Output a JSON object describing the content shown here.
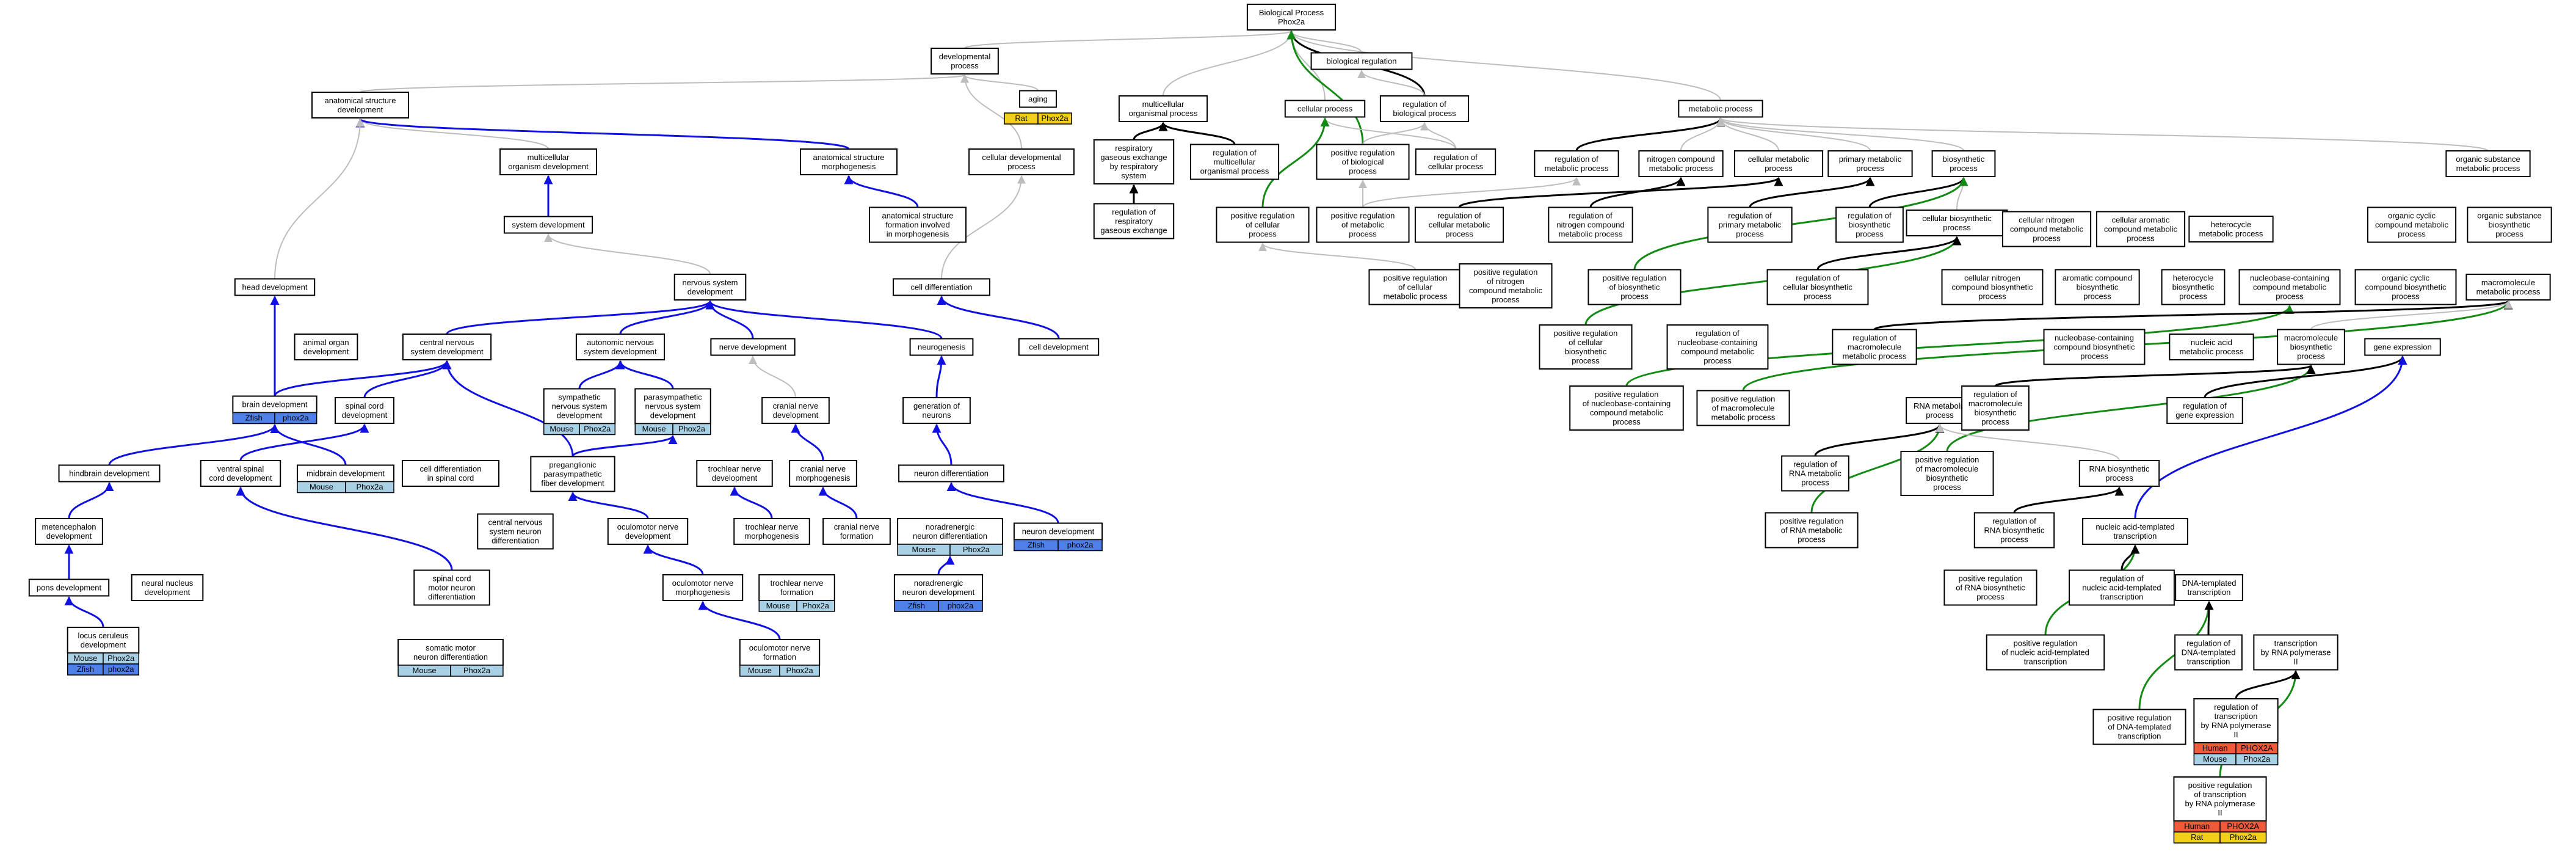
{
  "colors": {
    "background": "#ffffff",
    "is_a": "#bdbdbd",
    "part_of": "#000000",
    "regulates": "#1010e0",
    "positively_regulates": "#138a13",
    "species": {
      "Mouse": "#a9d1e6",
      "Zfish": "#4f7fe8",
      "Rat": "#f2cf1a",
      "Human": "#ee5a3a"
    }
  },
  "nodes": [
    {
      "id": "bp",
      "label": "Biological Process\nPhox2a"
    },
    {
      "id": "dev_proc",
      "label": "developmental\nprocess"
    },
    {
      "id": "aging",
      "label": "aging"
    },
    {
      "id": "bio_reg",
      "label": "biological regulation"
    },
    {
      "id": "multi_org",
      "label": "multicellular\norganismal process"
    },
    {
      "id": "cell_proc",
      "label": "cellular process"
    },
    {
      "id": "reg_bio",
      "label": "regulation of\nbiological process"
    },
    {
      "id": "metab",
      "label": "metabolic process"
    },
    {
      "id": "anat_dev",
      "label": "anatomical structure\ndevelopment"
    },
    {
      "id": "resp_gas",
      "label": "respiratory\ngaseous exchange\nby respiratory\nsystem"
    },
    {
      "id": "reg_multi",
      "label": "regulation of\nmulticellular\norganismal process"
    },
    {
      "id": "pos_reg_bio",
      "label": "positive regulation\nof biological\nprocess"
    },
    {
      "id": "reg_cell_proc",
      "label": "regulation of\ncellular process"
    },
    {
      "id": "multi_dev",
      "label": "multicellular\norganism development"
    },
    {
      "id": "anat_morph",
      "label": "anatomical structure\nmorphogenesis"
    },
    {
      "id": "cell_dev_proc",
      "label": "cellular developmental\nprocess"
    },
    {
      "id": "reg_metab",
      "label": "regulation of\nmetabolic process"
    },
    {
      "id": "nitro_metab",
      "label": "nitrogen compound\nmetabolic process"
    },
    {
      "id": "cell_metab",
      "label": "cellular metabolic\nprocess"
    },
    {
      "id": "prim_metab",
      "label": "primary metabolic\nprocess"
    },
    {
      "id": "biosynth",
      "label": "biosynthetic\nprocess"
    },
    {
      "id": "org_sub_metab",
      "label": "organic substance\nmetabolic process"
    },
    {
      "id": "reg_resp_gas",
      "label": "regulation of\nrespiratory\ngaseous exchange"
    },
    {
      "id": "pos_reg_cell_proc",
      "label": "positive regulation\nof cellular\nprocess"
    },
    {
      "id": "pos_reg_metab",
      "label": "positive regulation\nof metabolic\nprocess"
    },
    {
      "id": "reg_cell_metab",
      "label": "regulation of\ncellular metabolic\nprocess"
    },
    {
      "id": "reg_nitro",
      "label": "regulation of\nnitrogen compound\nmetabolic process"
    },
    {
      "id": "reg_prim",
      "label": "regulation of\nprimary metabolic\nprocess"
    },
    {
      "id": "reg_biosynth",
      "label": "regulation of\nbiosynthetic\nprocess"
    },
    {
      "id": "cell_biosynth",
      "label": "cellular biosynthetic\nprocess"
    },
    {
      "id": "cell_nitro_metab",
      "label": "cellular nitrogen\ncompound metabolic\nprocess"
    },
    {
      "id": "cell_arom_metab",
      "label": "cellular aromatic\ncompound metabolic\nprocess"
    },
    {
      "id": "hetero_metab",
      "label": "heterocycle\nmetabolic process"
    },
    {
      "id": "org_cyc_metab",
      "label": "organic cyclic\ncompound metabolic\nprocess"
    },
    {
      "id": "org_sub_biosynth",
      "label": "organic substance\nbiosynthetic\nprocess"
    },
    {
      "id": "system_dev",
      "label": "system development"
    },
    {
      "id": "anat_form",
      "label": "anatomical structure\nformation involved\nin morphogenesis"
    },
    {
      "id": "head_dev",
      "label": "head development"
    },
    {
      "id": "cell_diff",
      "label": "cell differentiation"
    },
    {
      "id": "pos_reg_cell_metab",
      "label": "positive regulation\nof cellular\nmetabolic process"
    },
    {
      "id": "pos_reg_nitro",
      "label": "positive regulation\nof nitrogen\ncompound metabolic\nprocess"
    },
    {
      "id": "pos_reg_biosynth",
      "label": "positive regulation\nof biosynthetic\nprocess"
    },
    {
      "id": "reg_cell_biosynth",
      "label": "regulation of\ncellular biosynthetic\nprocess"
    },
    {
      "id": "cell_nitro_biosynth",
      "label": "cellular nitrogen\ncompound biosynthetic\nprocess"
    },
    {
      "id": "arom_biosynth",
      "label": "aromatic compound\nbiosynthetic\nprocess"
    },
    {
      "id": "hetero_biosynth",
      "label": "heterocycle\nbiosynthetic\nprocess"
    },
    {
      "id": "nucleobase_metab",
      "label": "nucleobase-containing\ncompound metabolic\nprocess"
    },
    {
      "id": "org_cyc_biosynth",
      "label": "organic cyclic\ncompound biosynthetic\nprocess"
    },
    {
      "id": "macromol_metab",
      "label": "macromolecule\nmetabolic process"
    },
    {
      "id": "nervous_dev",
      "label": "nervous system\ndevelopment"
    },
    {
      "id": "animal_organ_dev",
      "label": "animal organ\ndevelopment"
    },
    {
      "id": "auto_nervous_dev",
      "label": "autonomic nervous\nsystem development"
    },
    {
      "id": "nerve_dev",
      "label": "nerve development"
    },
    {
      "id": "neurogenesis",
      "label": "neurogenesis"
    },
    {
      "id": "cell_development",
      "label": "cell development"
    },
    {
      "id": "pos_reg_cell_biosynth",
      "label": "positive regulation\nof cellular\nbiosynthetic\nprocess"
    },
    {
      "id": "reg_nucleobase_metab",
      "label": "regulation of\nnucleobase-containing\ncompound metabolic\nprocess"
    },
    {
      "id": "reg_macromol_metab",
      "label": "regulation of\nmacromolecule\nmetabolic process"
    },
    {
      "id": "nucleobase_biosynth",
      "label": "nucleobase-containing\ncompound biosynthetic\nprocess"
    },
    {
      "id": "nucleic_acid_metab",
      "label": "nucleic acid\nmetabolic process"
    },
    {
      "id": "macromol_biosynth",
      "label": "macromolecule\nbiosynthetic\nprocess"
    },
    {
      "id": "gene_expr",
      "label": "gene expression"
    },
    {
      "id": "cns_dev",
      "label": "central nervous\nsystem development"
    },
    {
      "id": "brain_dev",
      "label": "brain development",
      "annotations": [
        [
          "Zfish",
          "phox2a"
        ]
      ]
    },
    {
      "id": "spinal_cord_dev",
      "label": "spinal cord\ndevelopment"
    },
    {
      "id": "symp_nervous_dev",
      "label": "sympathetic\nnervous system\ndevelopment",
      "annotations": [
        [
          "Mouse",
          "Phox2a"
        ]
      ]
    },
    {
      "id": "parasymp_nervous_dev",
      "label": "parasympathetic\nnervous system\ndevelopment",
      "annotations": [
        [
          "Mouse",
          "Phox2a"
        ]
      ]
    },
    {
      "id": "cranial_nerve_dev",
      "label": "cranial nerve\ndevelopment"
    },
    {
      "id": "gen_neurons",
      "label": "generation of\nneurons"
    },
    {
      "id": "pos_reg_nucleobase_metab",
      "label": "positive regulation\nof nucleobase-containing\ncompound metabolic\nprocess"
    },
    {
      "id": "pos_reg_macromol_metab",
      "label": "positive regulation\nof macromolecule\nmetabolic process"
    },
    {
      "id": "rna_metab",
      "label": "RNA metabolic\nprocess"
    },
    {
      "id": "reg_macromol_biosynth",
      "label": "regulation of\nmacromolecule\nbiosynthetic\nprocess"
    },
    {
      "id": "reg_gene_expr",
      "label": "regulation of\ngene expression"
    },
    {
      "id": "hindbrain_dev",
      "label": "hindbrain development"
    },
    {
      "id": "ventral_spinal_dev",
      "label": "ventral spinal\ncord development"
    },
    {
      "id": "midbrain_dev",
      "label": "midbrain development",
      "annotations": [
        [
          "Mouse",
          "Phox2a"
        ]
      ]
    },
    {
      "id": "cell_diff_spinal",
      "label": "cell differentiation\nin spinal cord"
    },
    {
      "id": "pregang_dev",
      "label": "preganglionic\nparasympathetic\nfiber development"
    },
    {
      "id": "trochlear_dev",
      "label": "trochlear nerve\ndevelopment"
    },
    {
      "id": "cranial_nerve_morph",
      "label": "cranial nerve\nmorphogenesis"
    },
    {
      "id": "neuron_diff",
      "label": "neuron differentiation"
    },
    {
      "id": "reg_rna_metab",
      "label": "regulation of\nRNA metabolic\nprocess"
    },
    {
      "id": "pos_reg_macromol_biosynth",
      "label": "positive regulation\nof macromolecule\nbiosynthetic\nprocess"
    },
    {
      "id": "rna_biosynth",
      "label": "RNA biosynthetic\nprocess"
    },
    {
      "id": "metencephalon_dev",
      "label": "metencephalon\ndevelopment"
    },
    {
      "id": "cns_neuron_diff",
      "label": "central nervous\nsystem neuron\ndifferentiation"
    },
    {
      "id": "oculomotor_dev",
      "label": "oculomotor nerve\ndevelopment"
    },
    {
      "id": "trochlear_morph",
      "label": "trochlear nerve\nmorphogenesis"
    },
    {
      "id": "cranial_nerve_form",
      "label": "cranial nerve\nformation"
    },
    {
      "id": "noradr_neuron_diff",
      "label": "noradrenergic\nneuron differentiation",
      "annotations": [
        [
          "Mouse",
          "Phox2a"
        ]
      ]
    },
    {
      "id": "neuron_dev",
      "label": "neuron development",
      "annotations": [
        [
          "Zfish",
          "phox2a"
        ]
      ]
    },
    {
      "id": "pos_reg_rna_metab",
      "label": "positive regulation\nof RNA metabolic\nprocess"
    },
    {
      "id": "reg_rna_biosynth",
      "label": "regulation of\nRNA biosynthetic\nprocess"
    },
    {
      "id": "nuc_acid_transcr",
      "label": "nucleic acid-templated\ntranscription"
    },
    {
      "id": "pons_dev",
      "label": "pons development"
    },
    {
      "id": "neural_nucleus_dev",
      "label": "neural nucleus\ndevelopment"
    },
    {
      "id": "spinal_motor_diff",
      "label": "spinal cord\nmotor neuron\ndifferentiation"
    },
    {
      "id": "oculomotor_morph",
      "label": "oculomotor nerve\nmorphogenesis"
    },
    {
      "id": "trochlear_form",
      "label": "trochlear nerve\nformation",
      "annotations": [
        [
          "Mouse",
          "Phox2a"
        ]
      ]
    },
    {
      "id": "noradr_neuron_dev",
      "label": "noradrenergic\nneuron development",
      "annotations": [
        [
          "Zfish",
          "phox2a"
        ]
      ]
    },
    {
      "id": "pos_reg_rna_biosynth",
      "label": "positive regulation\nof RNA biosynthetic\nprocess"
    },
    {
      "id": "reg_nuc_acid_transcr",
      "label": "regulation of\nnucleic acid-templated\ntranscription"
    },
    {
      "id": "dna_transcr",
      "label": "DNA-templated\ntranscription"
    },
    {
      "id": "locus_coeruleus",
      "label": "locus ceruleus\ndevelopment",
      "annotations": [
        [
          "Mouse",
          "Phox2a"
        ],
        [
          "Zfish",
          "phox2a"
        ]
      ]
    },
    {
      "id": "somatic_motor_diff",
      "label": "somatic motor\nneuron differentiation",
      "annotations": [
        [
          "Mouse",
          "Phox2a"
        ]
      ]
    },
    {
      "id": "oculomotor_form",
      "label": "oculomotor nerve\nformation",
      "annotations": [
        [
          "Mouse",
          "Phox2a"
        ]
      ]
    },
    {
      "id": "pos_reg_nuc_acid_transcr",
      "label": "positive regulation\nof nucleic acid-templated\ntranscription"
    },
    {
      "id": "reg_dna_transcr",
      "label": "regulation of\nDNA-templated\ntranscription"
    },
    {
      "id": "transcr_pol2",
      "label": "transcription\nby RNA polymerase\nII"
    },
    {
      "id": "pos_reg_dna_transcr",
      "label": "positive regulation\nof DNA-templated\ntranscription"
    },
    {
      "id": "reg_transcr_pol2",
      "label": "regulation of\ntranscription\nby RNA polymerase\nII",
      "annotations": [
        [
          "Human",
          "PHOX2A"
        ],
        [
          "Mouse",
          "Phox2a"
        ]
      ]
    },
    {
      "id": "pos_reg_transcr_pol2",
      "label": "positive regulation\nof transcription\nby RNA polymerase\nII",
      "annotations": [
        [
          "Human",
          "PHOX2A"
        ],
        [
          "Rat",
          "Phox2a"
        ]
      ]
    },
    {
      "id": "aging_ann",
      "label": "",
      "annotations": [
        [
          "Rat",
          "Phox2a"
        ]
      ]
    }
  ],
  "edges": [
    [
      "dev_proc",
      "bp",
      "is_a"
    ],
    [
      "aging",
      "dev_proc",
      "is_a"
    ],
    [
      "bio_reg",
      "bp",
      "is_a"
    ],
    [
      "multi_org",
      "bp",
      "is_a"
    ],
    [
      "cell_proc",
      "bp",
      "is_a"
    ],
    [
      "reg_bio",
      "bp",
      "part_of"
    ],
    [
      "reg_bio",
      "bio_reg",
      "is_a"
    ],
    [
      "metab",
      "bp",
      "is_a"
    ],
    [
      "anat_dev",
      "dev_proc",
      "is_a"
    ],
    [
      "resp_gas",
      "multi_org",
      "part_of"
    ],
    [
      "reg_multi",
      "multi_org",
      "part_of"
    ],
    [
      "pos_reg_bio",
      "bp",
      "pos_regulates"
    ],
    [
      "pos_reg_bio",
      "reg_bio",
      "is_a"
    ],
    [
      "reg_cell_proc",
      "cell_proc",
      "is_a"
    ],
    [
      "reg_cell_proc",
      "reg_bio",
      "is_a"
    ],
    [
      "multi_dev",
      "anat_dev",
      "is_a"
    ],
    [
      "anat_morph",
      "anat_dev",
      "regulates"
    ],
    [
      "cell_dev_proc",
      "dev_proc",
      "is_a"
    ],
    [
      "reg_metab",
      "metab",
      "part_of"
    ],
    [
      "nitro_metab",
      "metab",
      "is_a"
    ],
    [
      "cell_metab",
      "metab",
      "is_a"
    ],
    [
      "prim_metab",
      "metab",
      "is_a"
    ],
    [
      "biosynth",
      "metab",
      "is_a"
    ],
    [
      "org_sub_metab",
      "metab",
      "is_a"
    ],
    [
      "reg_resp_gas",
      "resp_gas",
      "part_of"
    ],
    [
      "pos_reg_cell_proc",
      "cell_proc",
      "pos_regulates"
    ],
    [
      "pos_reg_metab",
      "reg_metab",
      "is_a"
    ],
    [
      "reg_cell_metab",
      "cell_metab",
      "part_of"
    ],
    [
      "reg_nitro",
      "nitro_metab",
      "part_of"
    ],
    [
      "reg_prim",
      "prim_metab",
      "part_of"
    ],
    [
      "reg_biosynth",
      "biosynth",
      "part_of"
    ],
    [
      "cell_biosynth",
      "biosynth",
      "is_a"
    ],
    [
      "system_dev",
      "multi_dev",
      "regulates"
    ],
    [
      "anat_form",
      "anat_morph",
      "regulates"
    ],
    [
      "head_dev",
      "anat_dev",
      "is_a"
    ],
    [
      "cell_diff",
      "cell_dev_proc",
      "is_a"
    ],
    [
      "nervous_dev",
      "system_dev",
      "is_a"
    ],
    [
      "auto_nervous_dev",
      "nervous_dev",
      "regulates"
    ],
    [
      "nerve_dev",
      "nervous_dev",
      "regulates"
    ],
    [
      "neurogenesis",
      "nervous_dev",
      "regulates"
    ],
    [
      "cell_development",
      "cell_diff",
      "regulates"
    ],
    [
      "cns_dev",
      "nervous_dev",
      "regulates"
    ],
    [
      "brain_dev",
      "cns_dev",
      "regulates"
    ],
    [
      "brain_dev",
      "head_dev",
      "regulates"
    ],
    [
      "spinal_cord_dev",
      "cns_dev",
      "regulates"
    ],
    [
      "symp_nervous_dev",
      "auto_nervous_dev",
      "regulates"
    ],
    [
      "parasymp_nervous_dev",
      "auto_nervous_dev",
      "regulates"
    ],
    [
      "cranial_nerve_dev",
      "nerve_dev",
      "is_a"
    ],
    [
      "gen_neurons",
      "neurogenesis",
      "regulates"
    ],
    [
      "hindbrain_dev",
      "brain_dev",
      "regulates"
    ],
    [
      "ventral_spinal_dev",
      "spinal_cord_dev",
      "regulates"
    ],
    [
      "midbrain_dev",
      "brain_dev",
      "regulates"
    ],
    [
      "pregang_dev",
      "parasymp_nervous_dev",
      "regulates"
    ],
    [
      "pregang_dev",
      "cns_dev",
      "regulates"
    ],
    [
      "cranial_nerve_morph",
      "cranial_nerve_dev",
      "regulates"
    ],
    [
      "neuron_diff",
      "gen_neurons",
      "regulates"
    ],
    [
      "metencephalon_dev",
      "hindbrain_dev",
      "regulates"
    ],
    [
      "oculomotor_dev",
      "pregang_dev",
      "regulates"
    ],
    [
      "trochlear_morph",
      "trochlear_dev",
      "regulates"
    ],
    [
      "cranial_nerve_form",
      "cranial_nerve_morph",
      "regulates"
    ],
    [
      "neuron_dev",
      "neuron_diff",
      "regulates"
    ],
    [
      "pons_dev",
      "metencephalon_dev",
      "regulates"
    ],
    [
      "spinal_motor_diff",
      "ventral_spinal_dev",
      "regulates"
    ],
    [
      "oculomotor_morph",
      "oculomotor_dev",
      "regulates"
    ],
    [
      "noradr_neuron_dev",
      "noradr_neuron_diff",
      "regulates"
    ],
    [
      "locus_coeruleus",
      "pons_dev",
      "regulates"
    ],
    [
      "oculomotor_form",
      "oculomotor_morph",
      "regulates"
    ],
    [
      "pos_reg_metab",
      "pos_reg_bio",
      "is_a"
    ],
    [
      "pos_reg_cell_metab",
      "pos_reg_cell_proc",
      "is_a"
    ],
    [
      "pos_reg_biosynth",
      "biosynth",
      "pos_regulates"
    ],
    [
      "pos_reg_cell_biosynth",
      "cell_biosynth",
      "pos_regulates"
    ],
    [
      "pos_reg_nucleobase_metab",
      "nucleobase_metab",
      "pos_regulates"
    ],
    [
      "pos_reg_macromol_metab",
      "macromol_metab",
      "pos_regulates"
    ],
    [
      "pos_reg_macromol_biosynth",
      "macromol_biosynth",
      "pos_regulates"
    ],
    [
      "pos_reg_rna_metab",
      "rna_metab",
      "pos_regulates"
    ],
    [
      "pos_reg_nuc_acid_transcr",
      "nuc_acid_transcr",
      "pos_regulates"
    ],
    [
      "pos_reg_dna_transcr",
      "dna_transcr",
      "pos_regulates"
    ],
    [
      "pos_reg_transcr_pol2",
      "transcr_pol2",
      "pos_regulates"
    ],
    [
      "reg_cell_biosynth",
      "cell_biosynth",
      "part_of"
    ],
    [
      "reg_macromol_metab",
      "macromol_metab",
      "part_of"
    ],
    [
      "reg_macromol_biosynth",
      "macromol_biosynth",
      "part_of"
    ],
    [
      "reg_rna_metab",
      "rna_metab",
      "part_of"
    ],
    [
      "reg_rna_biosynth",
      "rna_biosynth",
      "part_of"
    ],
    [
      "reg_nuc_acid_transcr",
      "nuc_acid_transcr",
      "part_of"
    ],
    [
      "reg_dna_transcr",
      "dna_transcr",
      "part_of"
    ],
    [
      "reg_transcr_pol2",
      "transcr_pol2",
      "part_of"
    ],
    [
      "reg_gene_expr",
      "gene_expr",
      "part_of"
    ],
    [
      "nuc_acid_transcr",
      "gene_expr",
      "regulates"
    ],
    [
      "rna_biosynth",
      "rna_metab",
      "is_a"
    ],
    [
      "macromol_biosynth",
      "macromol_metab",
      "is_a"
    ]
  ]
}
